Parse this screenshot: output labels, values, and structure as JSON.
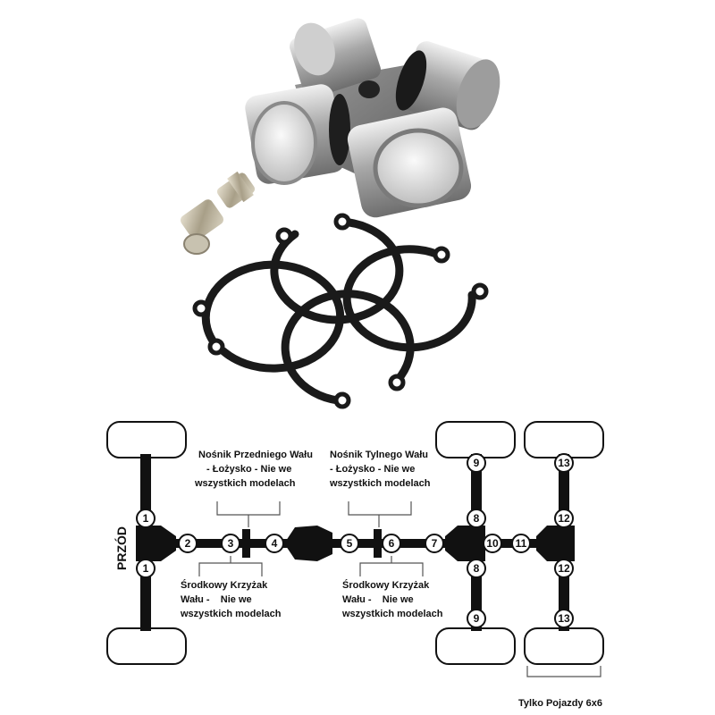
{
  "diagram": {
    "front_label": "PRZÓD",
    "callouts": {
      "front_shaft_carrier": [
        "Nośnik Przedniego Wału",
        "- Łożysko - Nie we",
        "wszystkich modelach"
      ],
      "rear_shaft_carrier": [
        "Nośnik Tylnego Wału",
        "- Łożysko - Nie we",
        "wszystkich modelach"
      ],
      "center_cross_left": [
        "Środkowy Krzyżak",
        "Wału -    Nie we",
        "wszystkich modelach"
      ],
      "center_cross_right": [
        "Środkowy Krzyżak",
        "Wału -    Nie we",
        "wszystkich modelach"
      ],
      "six_by_six_only": "Tylko Pojazdy 6x6"
    },
    "joint_numbers": [
      "1",
      "1",
      "2",
      "3",
      "4",
      "5",
      "6",
      "7",
      "8",
      "8",
      "9",
      "9",
      "10",
      "11",
      "12",
      "12",
      "13",
      "13"
    ]
  },
  "colors": {
    "drivetrain": "#111111",
    "ring": "#1a1a1a",
    "metal": "#b9b9b9"
  }
}
